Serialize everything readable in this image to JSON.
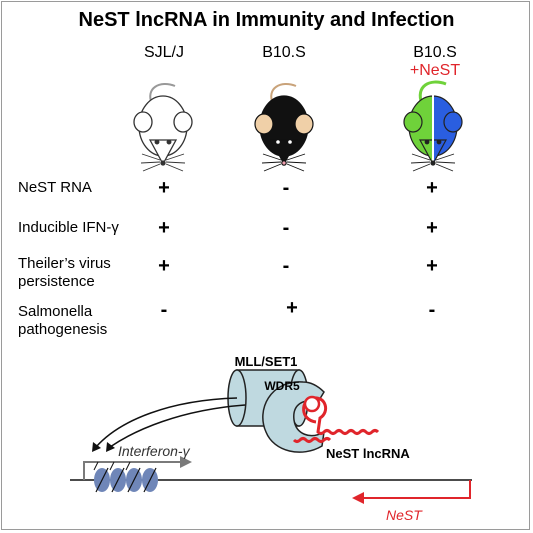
{
  "title": "NeST lncRNA in Immunity and Infection",
  "strains": [
    {
      "label": "SJL/J",
      "sublabel": ""
    },
    {
      "label": "B10.S",
      "sublabel": ""
    },
    {
      "label": "B10.S",
      "sublabel": "+NeST"
    }
  ],
  "rows": [
    {
      "label_lines": [
        "NeST RNA"
      ],
      "values": [
        "+",
        "-",
        "+"
      ]
    },
    {
      "label_lines": [
        "Inducible IFN-γ"
      ],
      "values": [
        "+",
        "-",
        "+"
      ]
    },
    {
      "label_lines": [
        "Theiler’s virus",
        "persistence"
      ],
      "values": [
        "+",
        "-",
        "+"
      ]
    },
    {
      "label_lines": [
        "Salmonella",
        "pathogenesis"
      ],
      "values": [
        "-",
        "+",
        "-"
      ]
    }
  ],
  "diagram": {
    "complex_label": "MLL/SET1",
    "wdr5_label": "WDR5",
    "lncrna_label": "NeST lncRNA",
    "gene_label": "Interferon-γ",
    "nest_gene_label": "NeST"
  },
  "colors": {
    "accent_red": "#e0252b",
    "complex_fill": "#bfd9e0",
    "nucleosome": "#6f86b8",
    "gene_arrow": "#7a7a7a",
    "mouse_green": "#6fd23a",
    "mouse_blue": "#2a5ee0",
    "mouse_black": "#111111"
  }
}
